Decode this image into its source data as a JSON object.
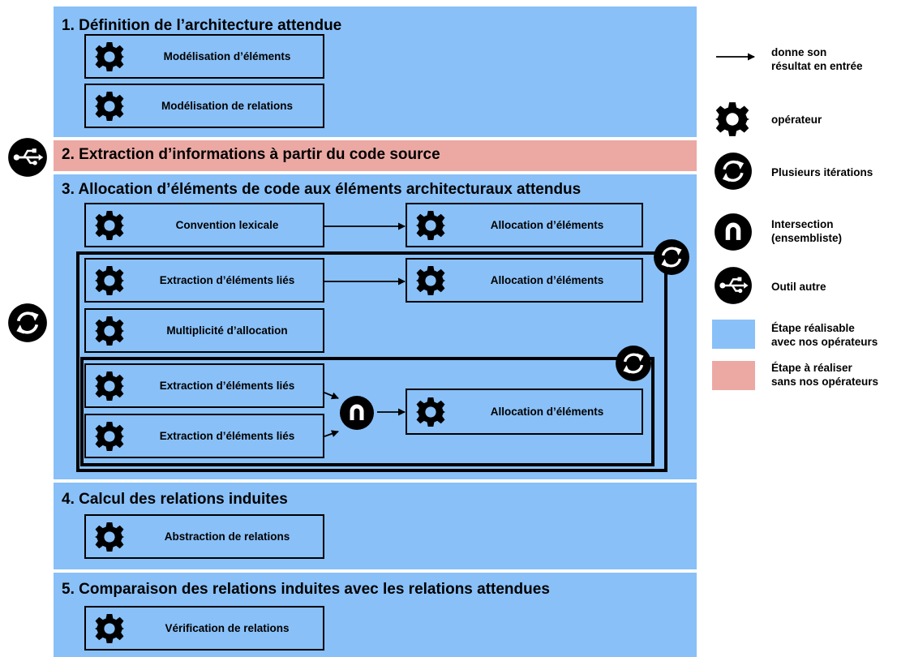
{
  "colors": {
    "blue": "#89c0f8",
    "red": "#eca9a4"
  },
  "sections": [
    {
      "number": "1.",
      "title": "Définition de l’architecture attendue",
      "color": "blue"
    },
    {
      "number": "2.",
      "title": "Extraction d’informations à partir du code source",
      "color": "red",
      "icon": "usb-icon"
    },
    {
      "number": "3.",
      "title": "Allocation d’éléments de code aux éléments architecturaux attendus",
      "color": "blue"
    },
    {
      "number": "4.",
      "title": "Calcul des relations induites",
      "color": "blue"
    },
    {
      "number": "5.",
      "title": "Comparaison des relations induites avec les relations attendues",
      "color": "blue"
    }
  ],
  "operators": {
    "s1_a": "Modélisation d’éléments",
    "s1_b": "Modélisation de relations",
    "s3_conv": "Convention lexicale",
    "s3_alloc1": "Allocation d’éléments",
    "s3_extract1": "Extraction d’éléments liés",
    "s3_alloc2": "Allocation d’éléments",
    "s3_mult": "Multiplicité d’allocation",
    "s3_extract2": "Extraction d’éléments liés",
    "s3_extract3": "Extraction d’éléments liés",
    "s3_alloc3": "Allocation d’éléments",
    "s4_abs": "Abstraction de relations",
    "s5_verif": "Vérification de relations"
  },
  "legend": {
    "arrow": "donne son\nrésultat en entrée",
    "operator": "opérateur",
    "iterations": "Plusieurs itérations",
    "intersection": "Intersection\n(ensembliste)",
    "tool": "Outil autre",
    "blue": "Étape réalisable\navec nos opérateurs",
    "red": "Étape à réaliser\nsans nos opérateurs"
  }
}
